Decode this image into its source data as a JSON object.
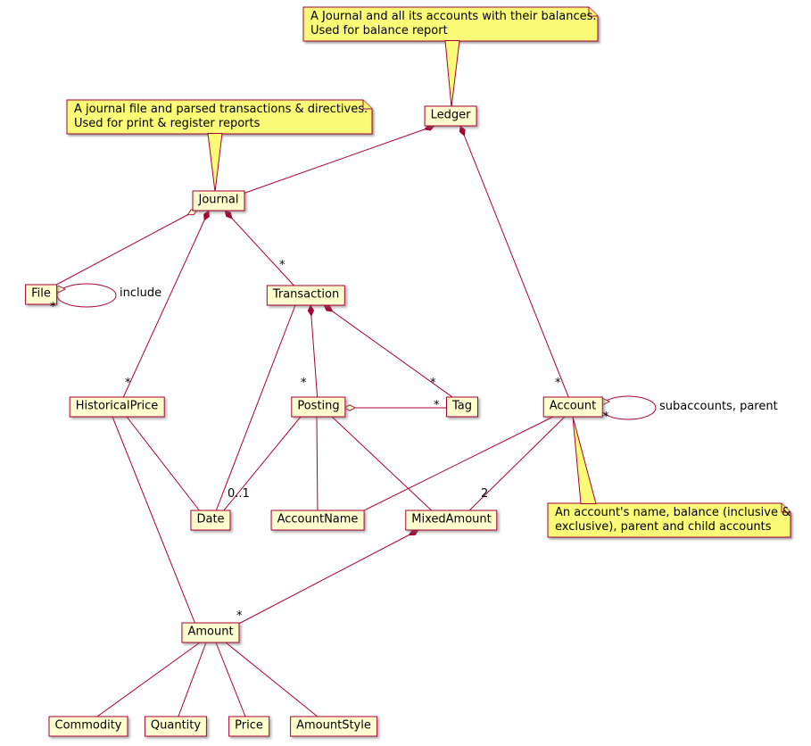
{
  "diagram": {
    "colors": {
      "class_fill": "#FEFECE",
      "note_fill": "#FBFB77",
      "border": "#A80036",
      "line": "#A80036",
      "text": "#000000"
    },
    "classes": [
      {
        "name": "Ledger"
      },
      {
        "name": "Journal"
      },
      {
        "name": "File"
      },
      {
        "name": "Transaction"
      },
      {
        "name": "HistoricalPrice"
      },
      {
        "name": "Posting"
      },
      {
        "name": "Tag"
      },
      {
        "name": "Account"
      },
      {
        "name": "Date"
      },
      {
        "name": "AccountName"
      },
      {
        "name": "MixedAmount"
      },
      {
        "name": "Amount"
      },
      {
        "name": "Commodity"
      },
      {
        "name": "Quantity"
      },
      {
        "name": "Price"
      },
      {
        "name": "AmountStyle"
      }
    ],
    "notes": [
      {
        "lines": [
          "A Journal and all its accounts with their balances.",
          "Used for balance report"
        ],
        "attached_to": "Ledger"
      },
      {
        "lines": [
          "A journal file and parsed transactions & directives.",
          "Used for print & register reports"
        ],
        "attached_to": "Journal"
      },
      {
        "lines": [
          "An account's name, balance (inclusive &",
          "exclusive), parent and child accounts"
        ],
        "attached_to": "Account"
      }
    ],
    "edges": [
      {
        "from": "Ledger",
        "to": "Journal",
        "kind": "composition"
      },
      {
        "from": "Ledger",
        "to": "Account",
        "kind": "composition",
        "multiplicity": "*"
      },
      {
        "from": "Journal",
        "to": "File",
        "kind": "aggregation",
        "multiplicity": "*"
      },
      {
        "from": "File",
        "to": "File",
        "kind": "aggregation",
        "label": "include"
      },
      {
        "from": "Journal",
        "to": "Transaction",
        "kind": "composition",
        "multiplicity": "*"
      },
      {
        "from": "Journal",
        "to": "HistoricalPrice",
        "kind": "composition",
        "multiplicity": "*"
      },
      {
        "from": "Transaction",
        "to": "Posting",
        "kind": "composition",
        "multiplicity": "*"
      },
      {
        "from": "Transaction",
        "to": "Tag",
        "kind": "composition",
        "multiplicity": "*"
      },
      {
        "from": "Transaction",
        "to": "Date",
        "kind": "association"
      },
      {
        "from": "Posting",
        "to": "Tag",
        "kind": "aggregation",
        "multiplicity": "*"
      },
      {
        "from": "Posting",
        "to": "Date",
        "kind": "association",
        "multiplicity": "0..1"
      },
      {
        "from": "Posting",
        "to": "AccountName",
        "kind": "association"
      },
      {
        "from": "Posting",
        "to": "MixedAmount",
        "kind": "association"
      },
      {
        "from": "Account",
        "to": "Account",
        "kind": "aggregation",
        "label": "subaccounts, parent",
        "multiplicity": "*"
      },
      {
        "from": "Account",
        "to": "AccountName",
        "kind": "association"
      },
      {
        "from": "Account",
        "to": "MixedAmount",
        "kind": "association",
        "multiplicity": "2"
      },
      {
        "from": "MixedAmount",
        "to": "Amount",
        "kind": "composition",
        "multiplicity": "*"
      },
      {
        "from": "HistoricalPrice",
        "to": "Date",
        "kind": "association"
      },
      {
        "from": "HistoricalPrice",
        "to": "Amount",
        "kind": "association"
      },
      {
        "from": "Amount",
        "to": "Commodity",
        "kind": "association"
      },
      {
        "from": "Amount",
        "to": "Quantity",
        "kind": "association"
      },
      {
        "from": "Amount",
        "to": "Price",
        "kind": "association"
      },
      {
        "from": "Amount",
        "to": "AmountStyle",
        "kind": "association"
      }
    ]
  }
}
